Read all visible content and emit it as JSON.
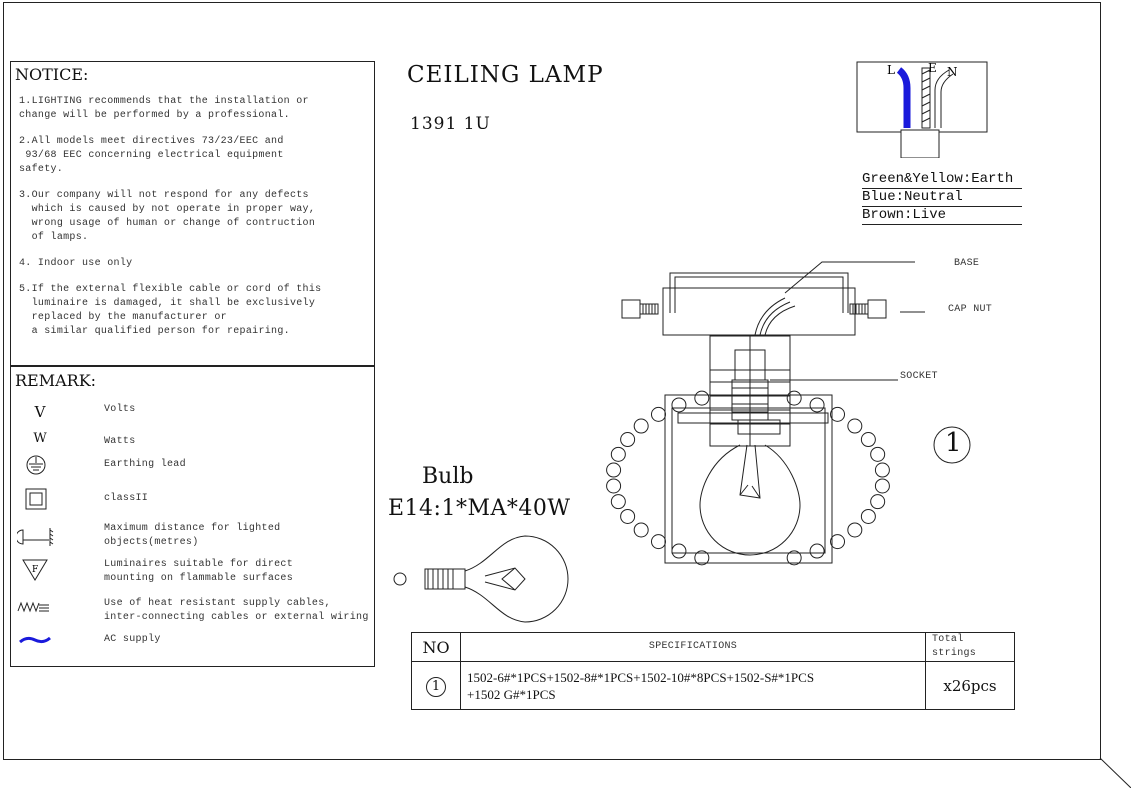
{
  "title": "CEILING LAMP",
  "model": "1391 1U",
  "notice": {
    "heading": "NOTICE:",
    "items": [
      "1.LIGHTING recommends that the installation or\nchange will be performed by a professional.",
      "2.All models meet directives 73/23/EEC and\n 93/68 EEC concerning electrical equipment\nsafety.",
      "3.Our company will not respond for any defects\n  which is caused by not operate in proper way,\n  wrong usage of human or change of contruction\n  of lamps.",
      "4. Indoor use only",
      "5.If the external flexible cable or cord of this\n  luminaire is damaged, it shall be exclusively\n  replaced by the manufacturer or\n  a similar qualified person for repairing."
    ]
  },
  "remark": {
    "heading": "REMARK:",
    "items": [
      {
        "symbol": "V",
        "icon": "volts-symbol",
        "text": "Volts"
      },
      {
        "symbol": "W",
        "icon": "watts-symbol",
        "text": "Watts"
      },
      {
        "icon": "earthing-icon",
        "text": "Earthing lead"
      },
      {
        "icon": "class-ii-icon",
        "text": "classII"
      },
      {
        "icon": "min-distance-icon",
        "text": "Maximum distance for lighted\nobjects(metres)"
      },
      {
        "symbol": "F",
        "icon": "flammable-surface-icon",
        "text": "Luminaires suitable for direct\nmounting on flammable surfaces"
      },
      {
        "icon": "heat-resistant-cable-icon",
        "text": "Use of heat resistant supply cables,\ninter-connecting cables or external wiring"
      },
      {
        "icon": "ac-supply-icon",
        "text": "AC supply"
      }
    ]
  },
  "wiring": {
    "labels": {
      "live": "L",
      "earth": "E",
      "neutral": "N"
    },
    "legend": [
      "Green&Yellow:Earth",
      "Blue:Neutral",
      "Brown:Live"
    ],
    "colors": {
      "blue_wire": "#1a1adb"
    }
  },
  "callouts": {
    "base": "BASE",
    "cap_nut": "CAP NUT",
    "socket": "SOCKET"
  },
  "part_number": "1",
  "bulb": {
    "label": "Bulb",
    "spec": "E14:1*MA*40W"
  },
  "spec_table": {
    "headers": [
      "NO",
      "SPECIFICATIONS",
      "Total strings"
    ],
    "rows": [
      {
        "no": "1",
        "spec": "1502-6#*1PCS+1502-8#*1PCS+1502-10#*8PCS+1502-S#*1PCS\n+1502 G#*1PCS",
        "total": "x26pcs"
      }
    ]
  }
}
